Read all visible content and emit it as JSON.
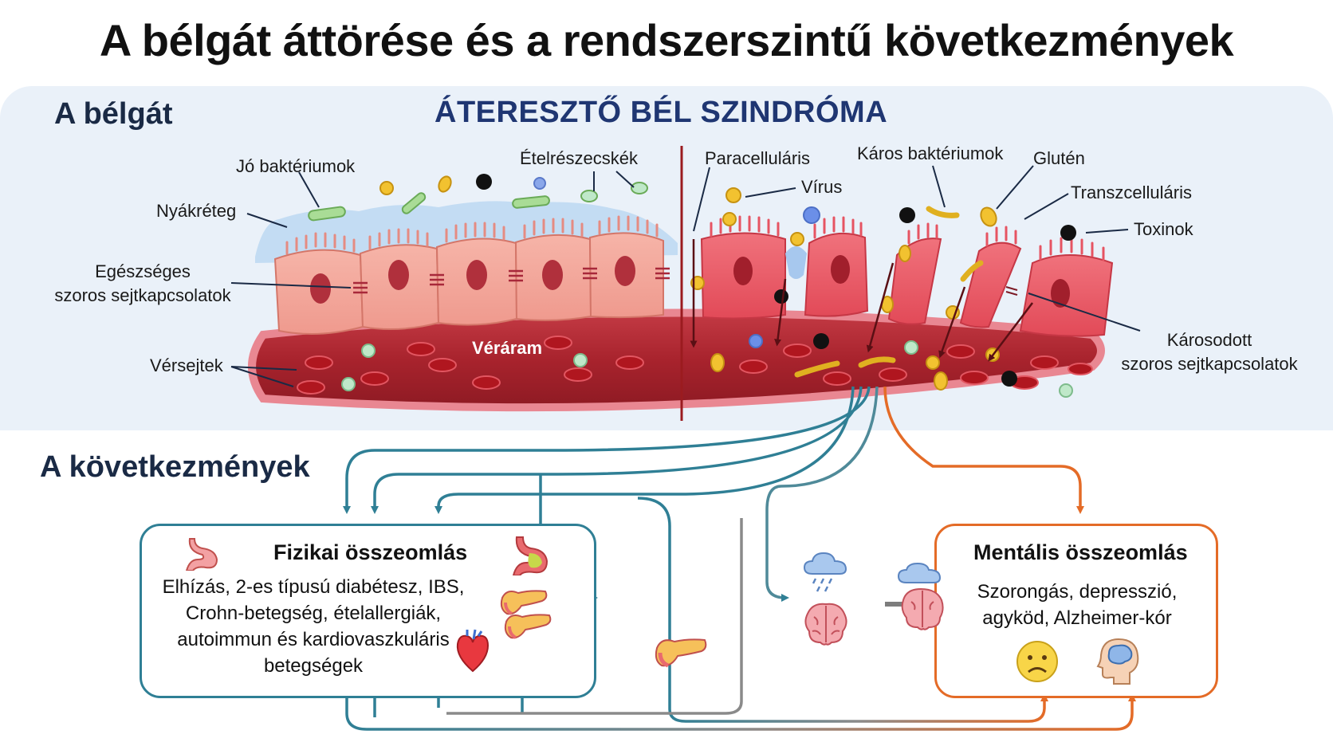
{
  "title": "A bélgát áttörése és a rendszerszintű következmények",
  "sections": {
    "gut_barrier": "A bélgát",
    "leaky_gut": "ÁTERESZTŐ BÉL SZINDRÓMA",
    "consequences": "A következmények"
  },
  "labels": {
    "mucus": "Nyákréteg",
    "good_bacteria": "Jó baktériumok",
    "food_particles": "Ételrészecskék",
    "healthy_tj_1": "Egészséges",
    "healthy_tj_2": "szoros sejtkapcsolatok",
    "blood_cells": "Vérsejtek",
    "bloodstream": "Véráram",
    "paracellular": "Paracelluláris",
    "virus": "Vírus",
    "harmful_bacteria": "Káros baktériumok",
    "gluten": "Glutén",
    "transcellular": "Transzcelluláris",
    "toxins": "Toxinok",
    "damaged_tj_1": "Károsodott",
    "damaged_tj_2": "szoros sejtkapcsolatok"
  },
  "physical": {
    "title": "Fizikai összeomlás",
    "line1": "Elhízás, 2-es típusú diabétesz, IBS,",
    "line2": "Crohn-betegség, ételallergiák,",
    "line3": "autoimmun és kardiovaszkuláris",
    "line4": "betegségek",
    "icons": [
      "stomach-icon",
      "inflamed-stomach-icon",
      "pancreas-icon",
      "heart-icon",
      "pancreas-icon"
    ]
  },
  "mental": {
    "title": "Mentális összeomlás",
    "line1": "Szorongás, depresszió,",
    "line2": "agyköd,  Alzheimer-kór",
    "icons": [
      "rain-cloud-icon",
      "brain-icon",
      "cloud-head-icon",
      "sad-face-icon",
      "head-brain-icon"
    ]
  },
  "colors": {
    "teal": "#2f7f95",
    "orange": "#e46b27",
    "gray": "#8a8a8a",
    "blood": "#c2323c",
    "heading_blue": "#1f3672",
    "divider": "#9b1b1f"
  }
}
